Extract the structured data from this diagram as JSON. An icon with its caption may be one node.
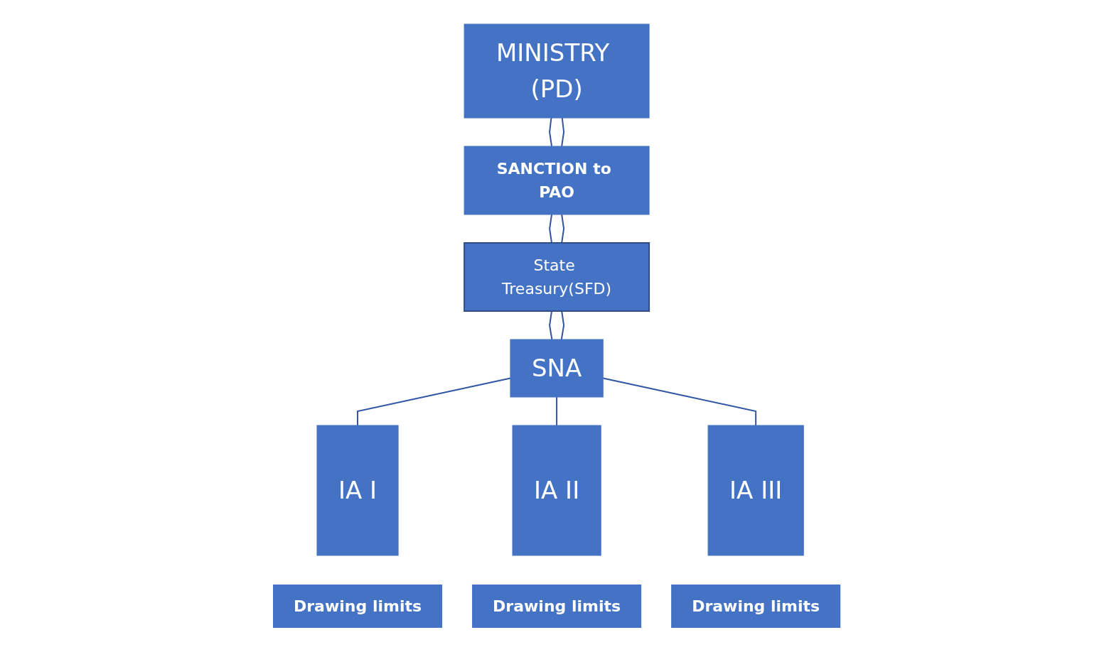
{
  "diagram": {
    "nodes": [
      {
        "text": [
          "MINISTRY (PD)"
        ]
      },
      {
        "text": [
          "SANCTION to PAO"
        ]
      },
      {
        "text": [
          "State Treasury(SFD)"
        ]
      },
      {
        "text": [
          "SNA"
        ]
      },
      {
        "text": [
          "IA I"
        ]
      },
      {
        "text": [
          "Drawing limits"
        ]
      },
      {
        "text": [
          "IA II"
        ]
      },
      {
        "text": [
          "Drawing limits"
        ]
      },
      {
        "text": [
          "IA III"
        ]
      },
      {
        "text": [
          "Drawing limits"
        ]
      }
    ],
    "edges": [
      {
        "from": 0,
        "to": 1,
        "arrow": "none"
      },
      {
        "from": 1,
        "to": 2,
        "arrow": "none"
      },
      {
        "from": 2,
        "to": 3,
        "arrow": "none"
      },
      {
        "from": 0,
        "to": 1,
        "arrow": "none"
      },
      {
        "from": 1,
        "to": 2,
        "arrow": "none"
      },
      {
        "from": 2,
        "to": 3,
        "arrow": "none"
      },
      {
        "from": 3,
        "to": 4,
        "arrow": "none"
      },
      {
        "from": 3,
        "to": 6,
        "arrow": "none"
      },
      {
        "from": 3,
        "to": 8,
        "arrow": "none"
      }
    ]
  }
}
